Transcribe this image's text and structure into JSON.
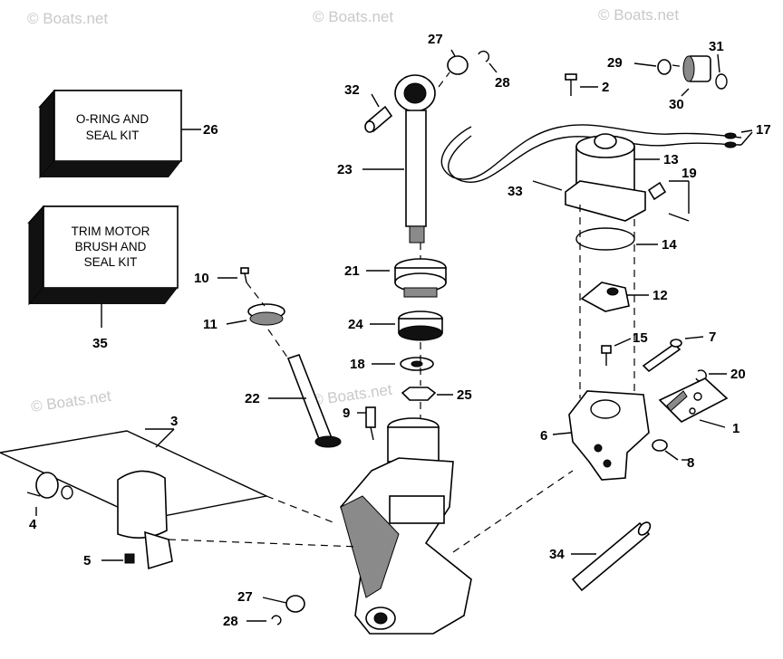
{
  "watermarks": [
    "© Boats.net",
    "© Boats.net",
    "© Boats.net",
    "© Boats.net",
    "© Boats.net"
  ],
  "kits": {
    "seal_kit": {
      "line1": "O-RING AND",
      "line2": "SEAL KIT",
      "number": "26"
    },
    "brush_kit": {
      "line1": "TRIM MOTOR",
      "line2": "BRUSH AND",
      "line3": "SEAL KIT",
      "number": "35"
    }
  },
  "callouts": {
    "n1": "1",
    "n2": "2",
    "n3": "3",
    "n4": "4",
    "n5": "5",
    "n6": "6",
    "n7": "7",
    "n8": "8",
    "n9": "9",
    "n10": "10",
    "n11": "11",
    "n12": "12",
    "n13": "13",
    "n14": "14",
    "n15": "15",
    "n17": "17",
    "n18": "18",
    "n19": "19",
    "n20": "20",
    "n21": "21",
    "n22": "22",
    "n23": "23",
    "n24": "24",
    "n25": "25",
    "n27a": "27",
    "n28a": "28",
    "n27b": "27",
    "n28b": "28",
    "n29": "29",
    "n30": "30",
    "n31": "31",
    "n32": "32",
    "n33": "33",
    "n34": "34"
  }
}
